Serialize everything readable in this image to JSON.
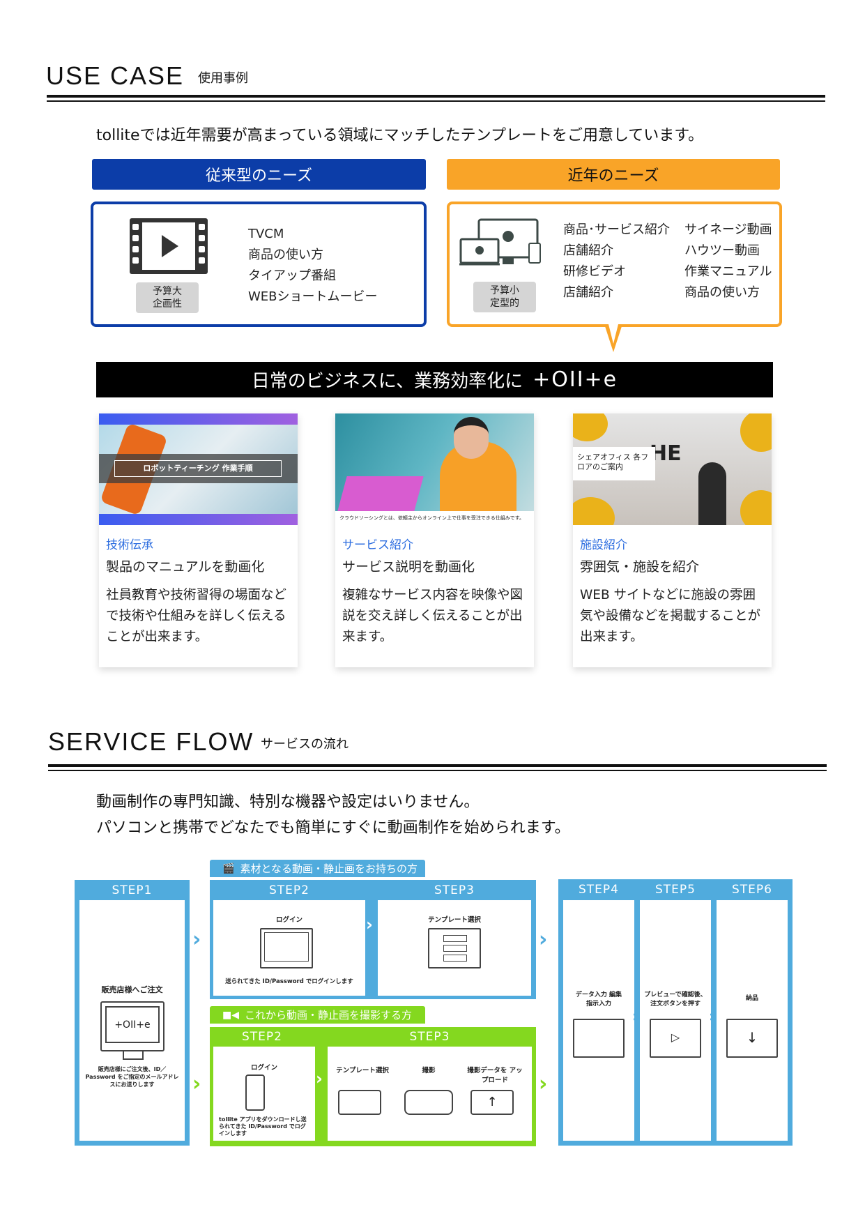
{
  "use_case": {
    "title": "USE CASE",
    "subtitle": "使用事例",
    "intro": "tolliteでは近年需要が高まっている領域にマッチしたテンプレートをご用意しています。",
    "traditional": {
      "header": "従来型のニーズ",
      "badge_line1": "予算大",
      "badge_line2": "企画性",
      "items": [
        "TVCM",
        "商品の使い方",
        "タイアップ番組",
        "WEBショートムービー"
      ]
    },
    "recent": {
      "header": "近年のニーズ",
      "badge_line1": "予算小",
      "badge_line2": "定型的",
      "items_col1": [
        "商品･サービス紹介",
        "店舗紹介",
        "研修ビデオ",
        "店舗紹介"
      ],
      "items_col2": [
        "サイネージ動画",
        "ハウツー動画",
        "作業マニュアル",
        "商品の使い方"
      ]
    },
    "banner": "日常のビジネスに、業務効率化に",
    "logo": "+OII+e",
    "cards": [
      {
        "image_caption": "ロボットティーチング 作業手順",
        "label": "技術伝承",
        "heading": "製品のマニュアルを動画化",
        "body": "社員教育や技術習得の場面などで技術や仕組みを詳しく伝えることが出来ます。"
      },
      {
        "image_caption": "クラウドソーシングとは、依頼主からオンライン上で仕事を受注できる仕組みです。",
        "label": "サービス紹介",
        "heading": "サービス説明を動画化",
        "body": "複雑なサービス内容を映像や図説を交え詳しく伝えることが出来ます。"
      },
      {
        "image_caption": "シェアオフィス 各フロアのご案内",
        "label": "施設紹介",
        "heading": "雰囲気・施設を紹介",
        "body": "WEB サイトなどに施設の雰囲気や設備などを掲載することが出来ます。"
      }
    ]
  },
  "service_flow": {
    "title": "SERVICE FLOW",
    "subtitle": "サービスの流れ",
    "intro_line1": "動画制作の専門知識、特別な機器や設定はいりません。",
    "intro_line2": "パソコンと携帯でどなたでも簡単にすぐに動画制作を始められます。",
    "step1": {
      "label": "STEP1",
      "title": "販売店様へご注文",
      "logo": "+OII+e",
      "desc": "販売店様にご注文後、ID／Password をご指定のメールアドレスにお送りします"
    },
    "blue_path": {
      "tab": "素材となる動画・静止画をお持ちの方",
      "step2_label": "STEP2",
      "step2_title": "ログイン",
      "step2_desc": "送られてきた ID/Password でログインします",
      "step3_label": "STEP3",
      "step3_title": "テンプレート選択"
    },
    "green_path": {
      "tab": "これから動画・静止画を撮影する方",
      "step2_label": "STEP2",
      "step2_title": "ログイン",
      "step2_desc": "tollite アプリをダウンロードし送られてきた ID/Password でログインします",
      "step3_label": "STEP3",
      "step3_items": [
        "テンプレート選択",
        "撮影",
        "撮影データを アップロード"
      ]
    },
    "step4": {
      "label": "STEP4",
      "title": "データ入力 編集指示入力"
    },
    "step5": {
      "label": "STEP5",
      "title": "プレビューで確認後、注文ボタンを押す"
    },
    "step6": {
      "label": "STEP6",
      "title": "納品"
    }
  },
  "colors": {
    "traditional": "#0c3da8",
    "recent": "#f9a428",
    "flow_blue": "#50abdd",
    "flow_green": "#84d81f",
    "label_blue": "#2f6fe0"
  }
}
